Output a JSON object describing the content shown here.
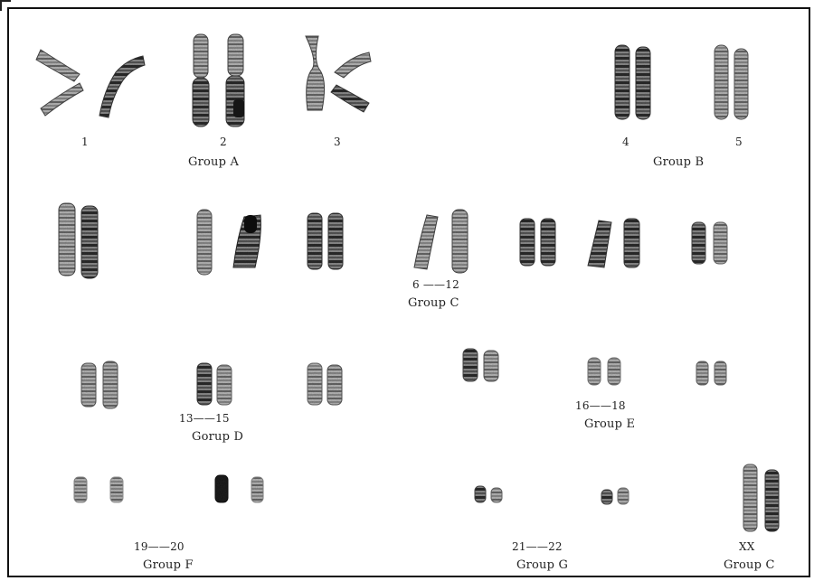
{
  "karyotype": {
    "row1": {
      "chrom_1": "1",
      "chrom_2": "2",
      "chrom_3": "3",
      "group_a": "Group A",
      "chrom_4": "4",
      "chrom_5": "5",
      "group_b": "Group B"
    },
    "row2": {
      "range_6_12": "6 ——12",
      "group_c": "Group C"
    },
    "row3": {
      "range_13_15": "13——15",
      "group_d": "Gorup D",
      "range_16_18": "16——18",
      "group_e": "Group E"
    },
    "row4": {
      "range_19_20": "19——20",
      "group_f": "Group F",
      "range_21_22": "21——22",
      "group_g": "Group G",
      "sex_chrom": "XX",
      "group_c_sex": "Group C"
    }
  }
}
